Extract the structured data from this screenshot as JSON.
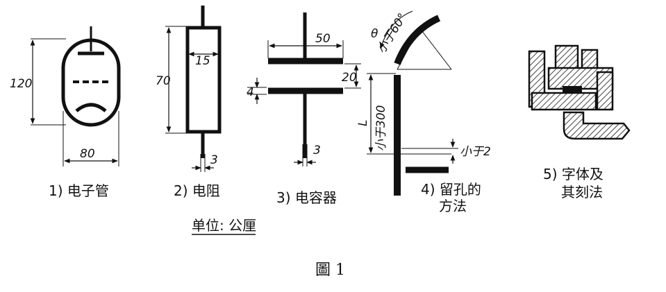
{
  "diagram": {
    "tube": {
      "caption": "1) 电子管",
      "height_label": "120",
      "width_label": "80"
    },
    "resistor": {
      "caption": "2) 电阻",
      "height_label": "70",
      "width_label": "15",
      "lead_label": "3"
    },
    "capacitor": {
      "caption": "3) 电容器",
      "length_label": "50",
      "gap_label": "20",
      "thickness_label": "4",
      "lead_label": "3"
    },
    "hole": {
      "caption_line1": "4) 留孔的",
      "caption_line2": "方法",
      "arc_label": "小于60°",
      "angle_label": "θ",
      "length_var": "L",
      "length_label": "小于300",
      "gap_label": "小于2"
    },
    "font": {
      "caption_line1": "5) 字体及",
      "caption_line2": "其刻法"
    },
    "unit_label": "单位: 公厘",
    "figure_title": "圖 1"
  }
}
